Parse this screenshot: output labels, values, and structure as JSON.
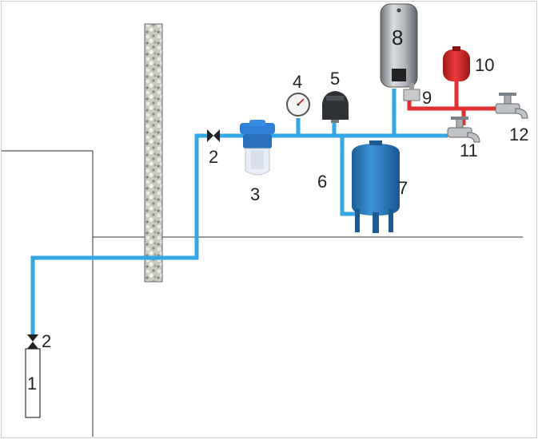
{
  "labels": {
    "well_valve": "2",
    "pump": "1",
    "inlet_valve": "2",
    "filter": "3",
    "pressure_gauge": "4",
    "pressure_switch": "5",
    "bypass_pipe": "6",
    "expansion_tank": "7",
    "water_heater": "8",
    "heater_valve": "9",
    "hot_tank": "10",
    "cold_tap": "11",
    "hot_tap": "12"
  },
  "colors": {
    "cold_pipe": "#33a7e6",
    "hot_pipe": "#e03030",
    "tank_blue": "#2f7fc4",
    "hot_tank_red": "#d8282a",
    "heater_body": "#9a9fa6"
  }
}
